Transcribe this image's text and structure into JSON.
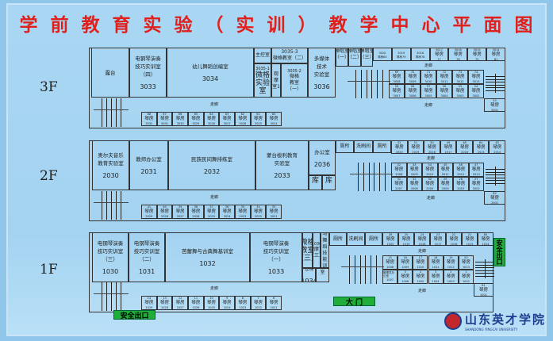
{
  "title": "学 前 教 育 实 验 （ 实 训 ） 教 学 中 心 平 面 图",
  "corridor_label": "走廊",
  "floors": {
    "f3": {
      "label": "3F",
      "rooms": [
        {
          "name": "露台",
          "num": ""
        },
        {
          "name": "电钢琴演奏\n技巧实训室\n（四）",
          "num": "3033"
        },
        {
          "name": "幼儿舞蹈创编室",
          "num": "3034"
        },
        {
          "name": "主控室",
          "num": ""
        },
        {
          "name": "3035-3\n微格教室（二）",
          "num": ""
        },
        {
          "name": "微格\n实验室",
          "num": "3035-1"
        },
        {
          "name": "观摩室1",
          "num": ""
        },
        {
          "name": "微格\n教室\n（一）",
          "num": "3035-2"
        },
        {
          "name": "多媒体\n技术\n实验室",
          "num": "3036"
        },
        {
          "name": "数字化\n弹唱室\n（一）",
          "num": "3023"
        },
        {
          "name": "数字化\n弹唱室\n（二）",
          "num": "3022"
        },
        {
          "name": "数字化\n弹唱室\n（三）",
          "num": "3021"
        }
      ],
      "piano_top": [
        {
          "i": "3020",
          "l": "琴房80",
          "c": ""
        },
        {
          "i": "3019",
          "l": "琴房79",
          "c": ""
        },
        {
          "i": "3018",
          "l": "琴房78",
          "c": ""
        },
        {
          "i": "3017",
          "l": "琴房",
          "c": "77"
        },
        {
          "i": "3016",
          "l": "琴房",
          "c": "76"
        },
        {
          "i": "3015",
          "l": "琴房",
          "c": "75"
        },
        {
          "i": "3014",
          "l": "琴房",
          "c": "81"
        }
      ],
      "piano_inner_top": [
        {
          "i": "69",
          "l": "琴房",
          "c": "3008"
        },
        {
          "i": "70",
          "l": "琴房",
          "c": "3009"
        },
        {
          "i": "71",
          "l": "琴房",
          "c": "3010"
        },
        {
          "i": "72",
          "l": "琴房",
          "c": "3011"
        },
        {
          "i": "73",
          "l": "琴房",
          "c": "3012"
        },
        {
          "i": "74",
          "l": "琴房",
          "c": "3013"
        }
      ],
      "piano_inner_bottom": [
        {
          "i": "59",
          "l": "琴房",
          "c": "3007"
        },
        {
          "i": "58",
          "l": "琴房",
          "c": "3006"
        },
        {
          "i": "57",
          "l": "琴房",
          "c": "3005"
        },
        {
          "i": "56",
          "l": "琴房",
          "c": "3004"
        },
        {
          "i": "55",
          "l": "琴房",
          "c": "3003"
        },
        {
          "i": "54",
          "l": "琴房",
          "c": "3002"
        }
      ],
      "piano_corner": {
        "i": "53",
        "l": "琴房",
        "c": "3001"
      },
      "piano_bottom": [
        {
          "i": "68",
          "l": "琴房",
          "c": "3032"
        },
        {
          "i": "67",
          "l": "琴房",
          "c": "3031"
        },
        {
          "i": "66",
          "l": "琴房",
          "c": "3030"
        },
        {
          "i": "65",
          "l": "琴房",
          "c": "3029"
        },
        {
          "i": "64",
          "l": "琴房",
          "c": "3028"
        },
        {
          "i": "63",
          "l": "琴房",
          "c": "3027"
        },
        {
          "i": "62",
          "l": "琴房",
          "c": "3026"
        },
        {
          "i": "61",
          "l": "琴房",
          "c": "3025"
        },
        {
          "i": "60",
          "l": "琴房",
          "c": "3024"
        }
      ]
    },
    "f2": {
      "label": "2F",
      "rooms": [
        {
          "name": "奥尔夫音乐\n教育实验室",
          "num": "2030"
        },
        {
          "name": "教师办公室",
          "num": "2031"
        },
        {
          "name": "民族民间舞排练室",
          "num": "2032"
        },
        {
          "name": "蒙台梭利教育\n实验室",
          "num": "2033"
        },
        {
          "name": "办公室",
          "num": "2036"
        },
        {
          "name": "仓\n库",
          "num": "2034"
        },
        {
          "name": "仓\n库",
          "num": "2035"
        },
        {
          "name": "厕所",
          "num": ""
        },
        {
          "name": "洗刷间",
          "num": ""
        },
        {
          "name": "厕所",
          "num": ""
        }
      ],
      "piano_top": [
        {
          "i": "52",
          "l": "琴房",
          "c": "2020"
        },
        {
          "i": "51",
          "l": "琴房",
          "c": "2019"
        },
        {
          "i": "50",
          "l": "琴房",
          "c": "2018"
        },
        {
          "i": "49",
          "l": "琴房",
          "c": "2017"
        },
        {
          "i": "48",
          "l": "琴房",
          "c": "2016"
        },
        {
          "i": "84",
          "l": "琴房",
          "c": "2015"
        },
        {
          "i": "83",
          "l": "琴房",
          "c": "2014"
        }
      ],
      "piano_inner_top": [
        {
          "i": "42",
          "l": "琴房",
          "c": "2008"
        },
        {
          "i": "43",
          "l": "琴房",
          "c": "2009"
        },
        {
          "i": "44",
          "l": "琴房",
          "c": "2010"
        },
        {
          "i": "45",
          "l": "琴房",
          "c": "2011"
        },
        {
          "i": "46",
          "l": "琴房",
          "c": "2012"
        },
        {
          "i": "47",
          "l": "琴房",
          "c": "2013"
        }
      ],
      "piano_inner_bottom": [
        {
          "i": "32",
          "l": "琴房",
          "c": "2007"
        },
        {
          "i": "31",
          "l": "琴房",
          "c": "2006"
        },
        {
          "i": "30",
          "l": "琴房",
          "c": "2005"
        },
        {
          "i": "29",
          "l": "琴房",
          "c": "2004"
        },
        {
          "i": "28",
          "l": "琴房",
          "c": "2003"
        },
        {
          "i": "27",
          "l": "琴房",
          "c": "2002"
        }
      ],
      "piano_corner": {
        "i": "82",
        "l": "琴房",
        "c": "2001"
      },
      "piano_bottom": [
        {
          "i": "41",
          "l": "琴房",
          "c": "2029"
        },
        {
          "i": "40",
          "l": "琴房",
          "c": "2028"
        },
        {
          "i": "39",
          "l": "琴房",
          "c": "2027"
        },
        {
          "i": "38",
          "l": "琴房",
          "c": "2026"
        },
        {
          "i": "37",
          "l": "琴房",
          "c": "2025"
        },
        {
          "i": "36",
          "l": "琴房",
          "c": "2024"
        },
        {
          "i": "35",
          "l": "琴房",
          "c": "2023"
        },
        {
          "i": "34",
          "l": "琴房",
          "c": "2022"
        },
        {
          "i": "33",
          "l": "琴房",
          "c": "2021"
        }
      ]
    },
    "f1": {
      "label": "1F",
      "rooms": [
        {
          "name": "电钢琴演奏\n技巧实训室\n（三）",
          "num": "1030"
        },
        {
          "name": "电钢琴演奏\n技巧实训室\n（二）",
          "num": "1031"
        },
        {
          "name": "芭蕾舞与古典舞基训室",
          "num": "1032"
        },
        {
          "name": "电钢琴演奏\n技巧实训室\n（一）",
          "num": "1033"
        },
        {
          "name": "微格\n教室\n（三）",
          "num": ""
        },
        {
          "name": "观摩室\n（三）",
          "num": "1036"
        },
        {
          "name": "声乐与舞蹈技能训练室",
          "num": ""
        },
        {
          "name": "仓库",
          "num": "1034"
        },
        {
          "name": "资料室",
          "num": "1035"
        },
        {
          "name": "厕所",
          "num": ""
        },
        {
          "name": "洗刷间",
          "num": ""
        },
        {
          "name": "厕所",
          "num": ""
        }
      ],
      "piano_top": [
        {
          "i": "26",
          "l": "琴房",
          "c": "1020"
        },
        {
          "i": "25",
          "l": "琴房",
          "c": "1019"
        },
        {
          "i": "24",
          "l": "琴房",
          "c": "1018"
        },
        {
          "i": "23",
          "l": "琴房",
          "c": "1017"
        },
        {
          "i": "22",
          "l": "琴房",
          "c": "1016"
        },
        {
          "i": "21",
          "l": "琴房",
          "c": "1015"
        },
        {
          "i": "80",
          "l": "琴房",
          "c": "1014"
        }
      ],
      "piano_inner_top": [
        {
          "i": "15",
          "l": "琴房",
          "c": "1008"
        },
        {
          "i": "16",
          "l": "琴房",
          "c": "1009"
        },
        {
          "i": "17",
          "l": "琴房",
          "c": "1010"
        },
        {
          "i": "18",
          "l": "琴房",
          "c": "1011"
        },
        {
          "i": "19",
          "l": "琴房",
          "c": "1012"
        },
        {
          "i": "20",
          "l": "琴房",
          "c": "1013"
        }
      ],
      "piano_inner_bottom": [
        {
          "i": "",
          "l": "管理员办公室",
          "c": "1007"
        },
        {
          "i": "5",
          "l": "琴房",
          "c": "1006"
        },
        {
          "i": "4",
          "l": "琴房",
          "c": "1005"
        },
        {
          "i": "3",
          "l": "琴房",
          "c": "1004"
        },
        {
          "i": "2",
          "l": "琴房",
          "c": "1003"
        },
        {
          "i": "1",
          "l": "琴房",
          "c": "1002"
        }
      ],
      "piano_corner": {
        "i": "81",
        "l": "琴房",
        "c": "1001"
      },
      "piano_bottom": [
        {
          "i": "14",
          "l": "琴房",
          "c": "1029"
        },
        {
          "i": "13",
          "l": "琴房",
          "c": "1028"
        },
        {
          "i": "12",
          "l": "琴房",
          "c": "1027"
        },
        {
          "i": "11",
          "l": "琴房",
          "c": "1026"
        },
        {
          "i": "10",
          "l": "琴房",
          "c": "1025"
        },
        {
          "i": "9",
          "l": "琴房",
          "c": "1024"
        },
        {
          "i": "8",
          "l": "琴房",
          "c": "1023"
        },
        {
          "i": "7",
          "l": "琴房",
          "c": "1022"
        },
        {
          "i": "6",
          "l": "琴房",
          "c": "1021"
        }
      ]
    }
  },
  "exits": {
    "left": "安全出口",
    "right": "安全出口",
    "main_gate": "大 门"
  },
  "logo": {
    "name": "山东英才学院",
    "en": "SHANDONG YINGCAI UNIVERSITY"
  },
  "colors": {
    "title": "#e0201c",
    "exit": "#1fae3a",
    "background": "#a9d7f3"
  }
}
